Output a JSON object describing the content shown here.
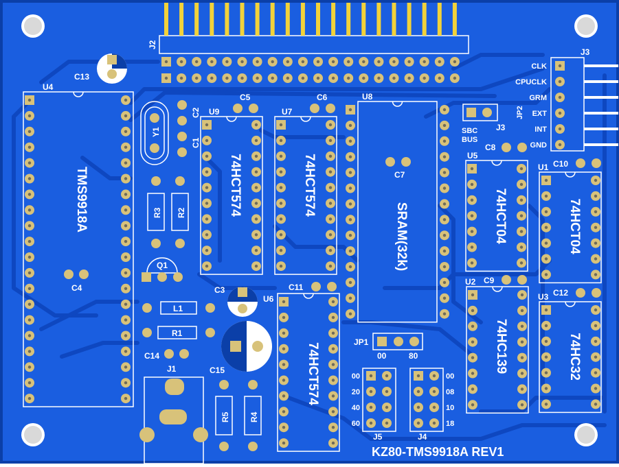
{
  "board": {
    "title": "KZ80-TMS9918A REV1",
    "colors": {
      "base": "#0b3fa8",
      "pour": "#1a5ee0",
      "trace": "#0e47c0",
      "silk": "#ffffff",
      "pad": "#d8c27a",
      "hole": "#6e6a5a",
      "edge": "#f2d23a"
    }
  },
  "chips": {
    "u4": {
      "ref": "U4",
      "part": "TMS9918A"
    },
    "u9": {
      "ref": "U9",
      "part": "74HCT574"
    },
    "u7": {
      "ref": "U7",
      "part": "74HCT574"
    },
    "u8": {
      "ref": "U8",
      "part": "SRAM(32k)"
    },
    "u6": {
      "ref": "U6",
      "part": "74HCT574"
    },
    "u5": {
      "ref": "U5",
      "part": "74HCT04"
    },
    "u1": {
      "ref": "U1",
      "part": "74HCT04"
    },
    "u2": {
      "ref": "U2",
      "part": "74HC139"
    },
    "u3": {
      "ref": "U3",
      "part": "74HC32"
    }
  },
  "parts": {
    "c13": "C13",
    "c5": "C5",
    "c6": "C6",
    "c2": "C2",
    "c1": "C1",
    "y1": "Y1",
    "r3": "R3",
    "r2": "R2",
    "q1": "Q1",
    "c4": "C4",
    "l1": "L1",
    "r1": "R1",
    "c14": "C14",
    "c3": "C3",
    "j1": "J1",
    "c15": "C15",
    "r5": "R5",
    "r4": "R4",
    "c11": "C11",
    "c7": "C7",
    "c8": "C8",
    "c9": "C9",
    "c10": "C10",
    "c12": "C12",
    "j2": "J2",
    "j3": "J3",
    "j3b": "J3",
    "jp2": "JP2",
    "jp1": "JP1",
    "j5": "J5",
    "j4": "J4"
  },
  "jp2_label": {
    "line1": "SBC",
    "line2": "BUS"
  },
  "jp1_options": {
    "left": "00",
    "right": "80"
  },
  "j3_signals": [
    "CLK",
    "CPUCLK",
    "GRM",
    "EXT",
    "INT",
    "GND"
  ],
  "j5_labels": [
    "00",
    "20",
    "40",
    "60"
  ],
  "j4_labels": [
    "00",
    "08",
    "10",
    "18"
  ]
}
